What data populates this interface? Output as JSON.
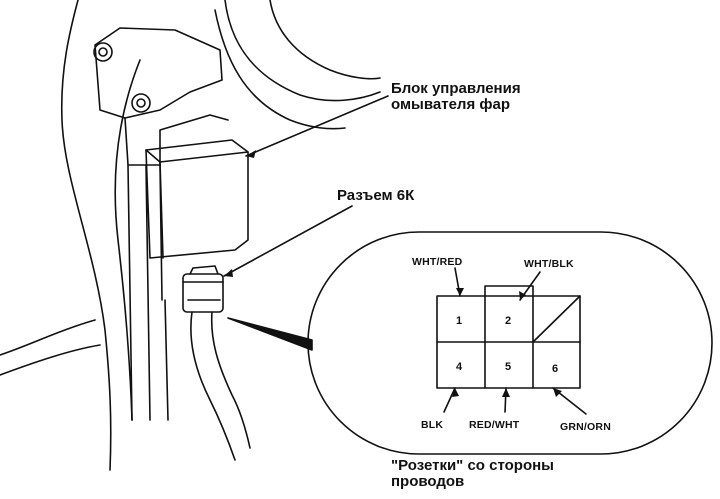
{
  "callouts": {
    "control_unit_line1": "Блок управления",
    "control_unit_line2": "омывателя фар",
    "connector": "Разъем 6К",
    "view_note_line1": "\"Розетки\" со стороны",
    "view_note_line2": "проводов"
  },
  "wire_colors": {
    "pin1": "WHT/RED",
    "pin2": "WHT/BLK",
    "pin4": "BLK",
    "pin5": "RED/WHT",
    "pin6": "GRN/ORN"
  },
  "pins": [
    "1",
    "2",
    "4",
    "5",
    "6"
  ]
}
